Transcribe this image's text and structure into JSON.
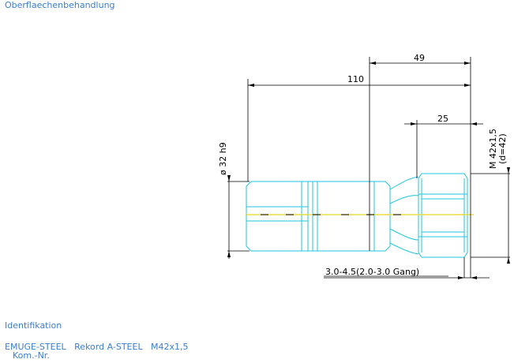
{
  "header": {
    "surface_title": "Oberflaechenbehandlung"
  },
  "footer": {
    "ident_title": "Identifikation",
    "line1": "EMUGE-STEEL   Rekord A-STEEL   M42x1,5",
    "line2": "Kom.-Nr."
  },
  "drawing": {
    "dim_total": "110",
    "dim_49": "49",
    "dim_25": "25",
    "dim_diameter": "ø 32 h9",
    "dim_thread": "M 42x1,5",
    "dim_thread_d": "(d=42)",
    "dim_chamfer": "3.0-4.5(2.0-3.0 Gang)"
  },
  "colors": {
    "text_blue": "#3a7dd6",
    "dim_black": "#000000",
    "outline_cyan": "#1fc7e0",
    "center_yellow": "#e6d619"
  }
}
